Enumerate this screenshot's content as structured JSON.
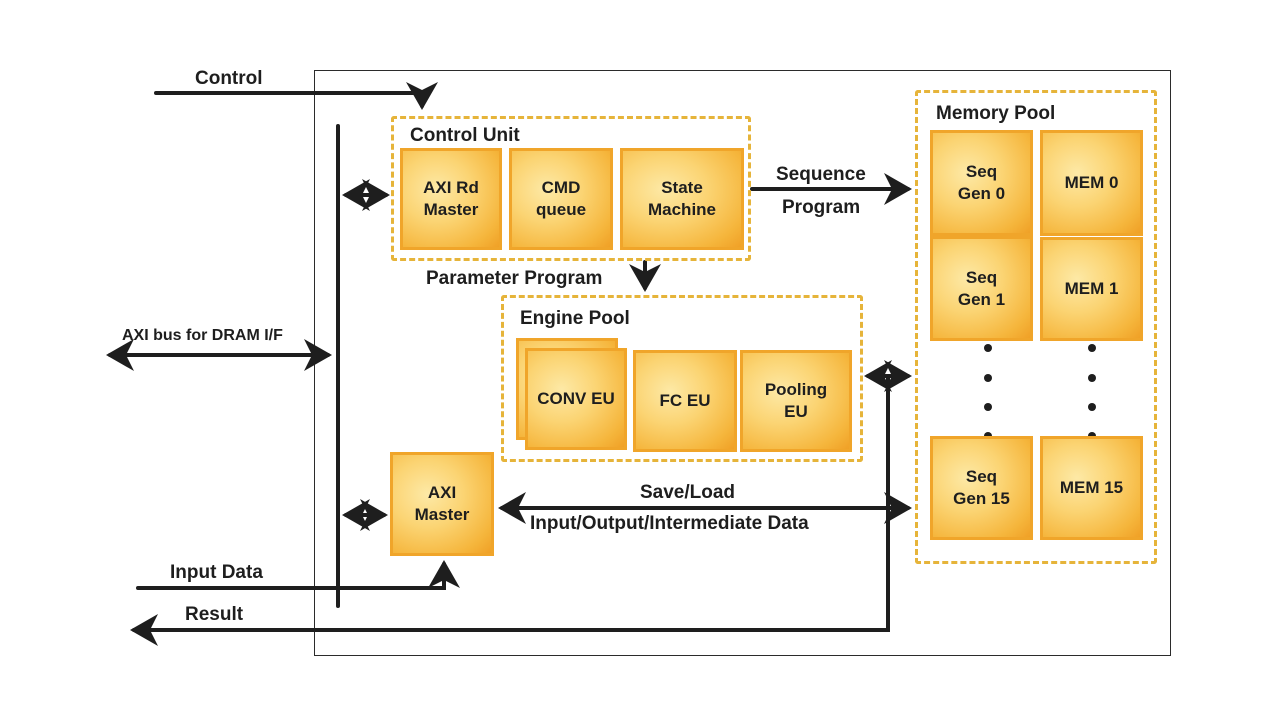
{
  "external_signals": {
    "control": "Control",
    "axi_bus": "AXI bus for DRAM I/F",
    "input_data": "Input Data",
    "result": "Result"
  },
  "control_unit": {
    "title": "Control Unit",
    "blocks": [
      {
        "line1": "AXI Rd",
        "line2": "Master"
      },
      {
        "line1": "CMD",
        "line2": "queue"
      },
      {
        "line1": "State",
        "line2": "Machine"
      }
    ]
  },
  "engine_pool": {
    "title": "Engine Pool",
    "blocks": [
      {
        "line1": "CONV EU",
        "line2": ""
      },
      {
        "line1": "FC EU",
        "line2": ""
      },
      {
        "line1": "Pooling",
        "line2": "EU"
      }
    ]
  },
  "memory_pool": {
    "title": "Memory Pool",
    "seq_gens": [
      {
        "line1": "Seq",
        "line2": "Gen 0"
      },
      {
        "line1": "Seq",
        "line2": "Gen 1"
      },
      {
        "line1": "Seq",
        "line2": "Gen 15"
      }
    ],
    "mems": [
      "MEM 0",
      "MEM 1",
      "MEM 15"
    ]
  },
  "axi_master": {
    "line1": "AXI",
    "line2": "Master"
  },
  "connections": {
    "sequence_program_line1": "Sequence",
    "sequence_program_line2": "Program",
    "parameter_program": "Parameter Program",
    "save_load": "Save/Load",
    "io_data": "Input/Output/Intermediate Data"
  },
  "colors": {
    "block_fill": "#fbd473",
    "block_border": "#f0a52a",
    "pool_dash": "#e6b43a",
    "wire": "#1e1e1e"
  }
}
